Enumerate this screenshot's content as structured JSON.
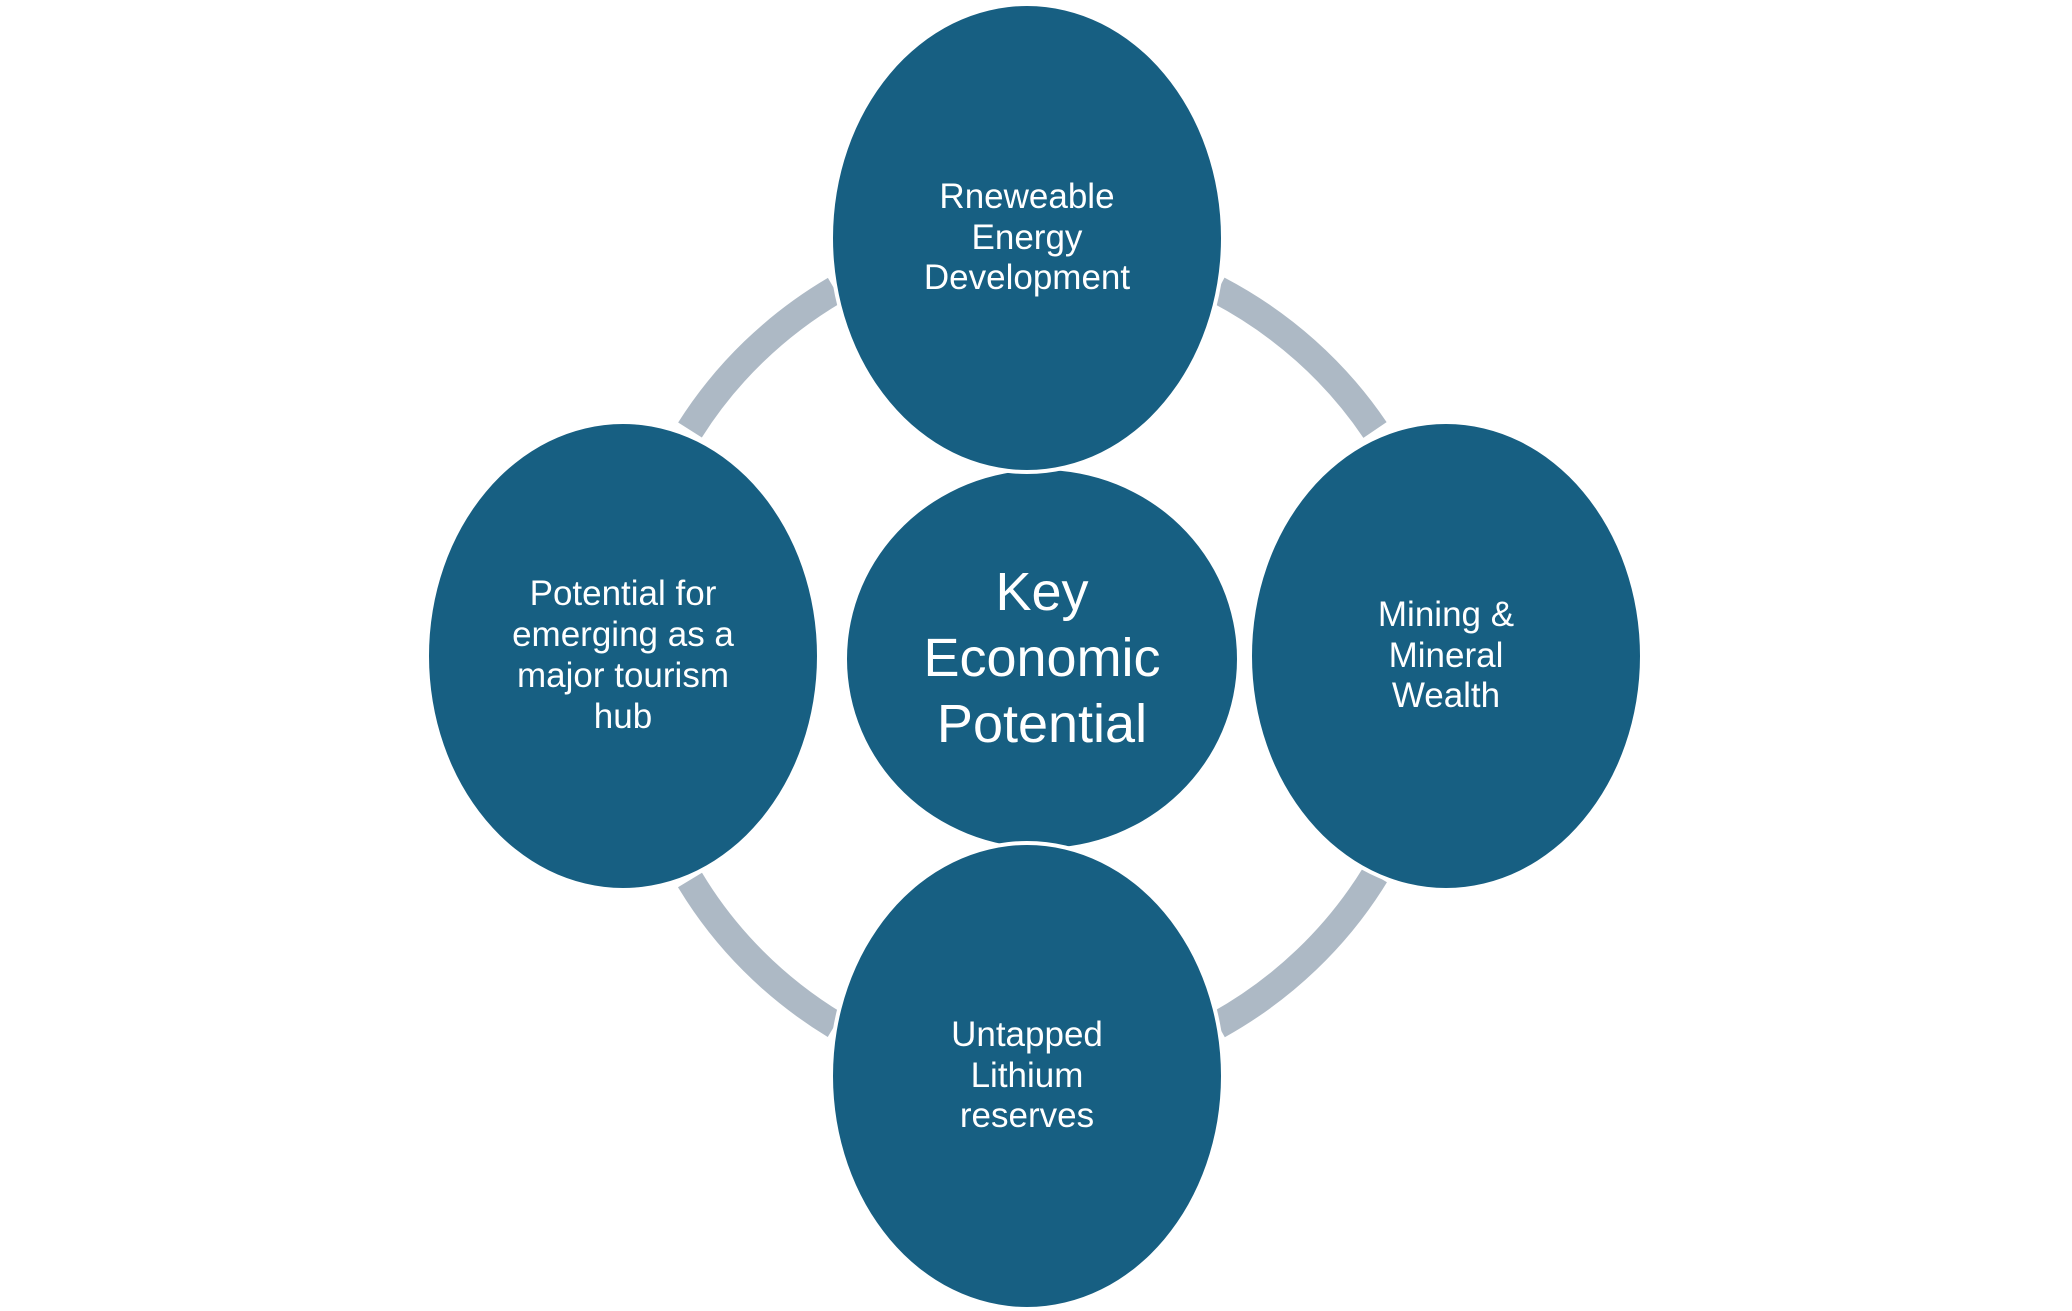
{
  "diagram": {
    "center": {
      "label": "Key\nEconomic\nPotential"
    },
    "top": {
      "label": "Rneweable\nEnergy\nDevelopment"
    },
    "right": {
      "label": "Mining &\nMineral\nWealth"
    },
    "bottom": {
      "label": "Untapped\nLithium\nreserves"
    },
    "left": {
      "label": "Potential for\nemerging as a\nmajor tourism\nhub"
    }
  },
  "colors": {
    "node_fill": "#175f82",
    "connector": "#adb9c5",
    "node_border": "#ffffff",
    "text": "#ffffff"
  }
}
